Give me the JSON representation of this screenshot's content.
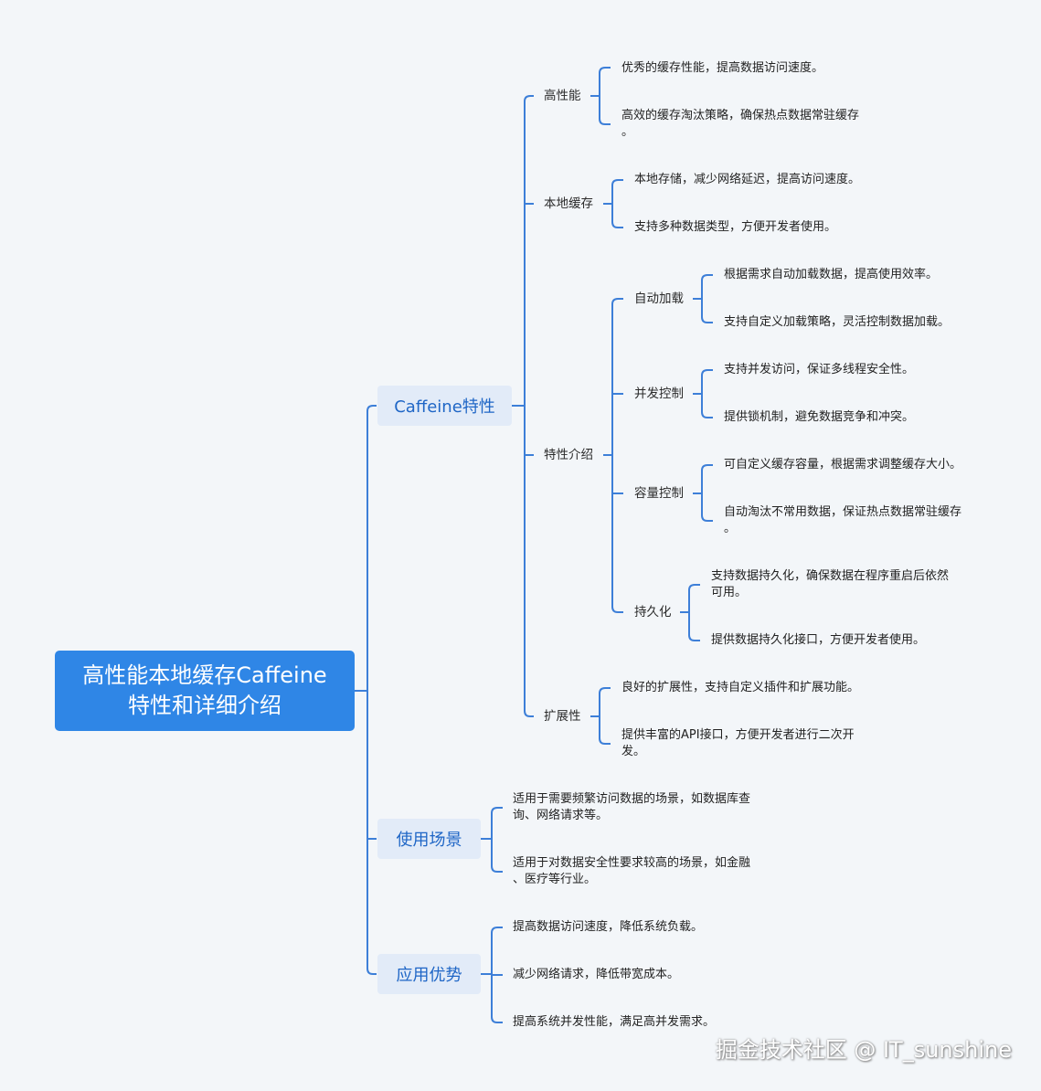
{
  "root": {
    "line1": "高性能本地缓存Caffeine",
    "line2": "特性和详细介绍"
  },
  "branches": {
    "features": {
      "label": "Caffeine特性",
      "high_perf": {
        "label": "高性能",
        "items": [
          "优秀的缓存性能，提高数据访问速度。",
          "高效的缓存淘汰策略，确保热点数据常驻缓存",
          "。"
        ]
      },
      "local_cache": {
        "label": "本地缓存",
        "items": [
          "本地存储，减少网络延迟，提高访问速度。",
          "支持多种数据类型，方便开发者使用。"
        ]
      },
      "intro": {
        "label": "特性介绍",
        "auto_load": {
          "label": "自动加载",
          "items": [
            "根据需求自动加载数据，提高使用效率。",
            "支持自定义加载策略，灵活控制数据加载。"
          ]
        },
        "concurrency": {
          "label": "并发控制",
          "items": [
            "支持并发访问，保证多线程安全性。",
            "提供锁机制，避免数据竞争和冲突。"
          ]
        },
        "capacity": {
          "label": "容量控制",
          "items": [
            "可自定义缓存容量，根据需求调整缓存大小。",
            "自动淘汰不常用数据，保证热点数据常驻缓存",
            "。"
          ]
        },
        "persistence": {
          "label": "持久化",
          "items": [
            "支持数据持久化，确保数据在程序重启后依然",
            "可用。",
            "提供数据持久化接口，方便开发者使用。"
          ]
        }
      },
      "extensibility": {
        "label": "扩展性",
        "items": [
          "良好的扩展性，支持自定义插件和扩展功能。",
          "提供丰富的API接口，方便开发者进行二次开",
          "发。"
        ]
      }
    },
    "scenarios": {
      "label": "使用场景",
      "items": [
        "适用于需要频繁访问数据的场景，如数据库查",
        "询、网络请求等。",
        "适用于对数据安全性要求较高的场景，如金融",
        "、医疗等行业。"
      ]
    },
    "advantages": {
      "label": "应用优势",
      "items": [
        "提高数据访问速度，降低系统负载。",
        "减少网络请求，降低带宽成本。",
        "提高系统并发性能，满足高并发需求。"
      ]
    }
  },
  "watermark": "掘金技术社区 @ IT_sunshine",
  "colors": {
    "connector": "#3d7fd8",
    "root_fill": "#2f86e6",
    "branch_fill": "#e2ebf8",
    "branch_text": "#1f66c6",
    "background": "#f3f6f9"
  }
}
